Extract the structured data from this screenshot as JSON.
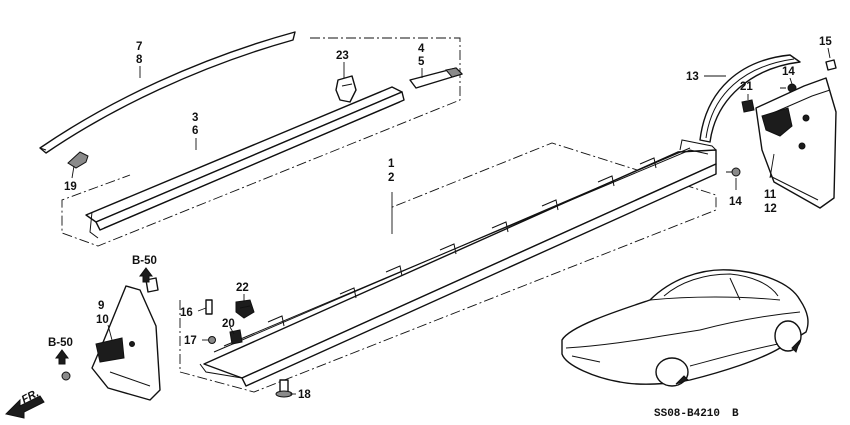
{
  "diagram": {
    "callouts": {
      "p7": "7",
      "p8": "8",
      "p3": "3",
      "p6": "6",
      "p19": "19",
      "p23": "23",
      "p4": "4",
      "p5": "5",
      "p1": "1",
      "p2": "2",
      "p13": "13",
      "p15": "15",
      "p14a": "14",
      "p21": "21",
      "p11": "11",
      "p12": "12",
      "p14b": "14",
      "p9": "9",
      "p10": "10",
      "p22": "22",
      "p16": "16",
      "p20": "20",
      "p17": "17",
      "p18": "18"
    },
    "refs": {
      "b50_top": "B-50",
      "b50_left": "B-50"
    },
    "front_arrow": "FR.",
    "diagram_code": "SS08-B4210",
    "diagram_code_suffix": "B"
  }
}
